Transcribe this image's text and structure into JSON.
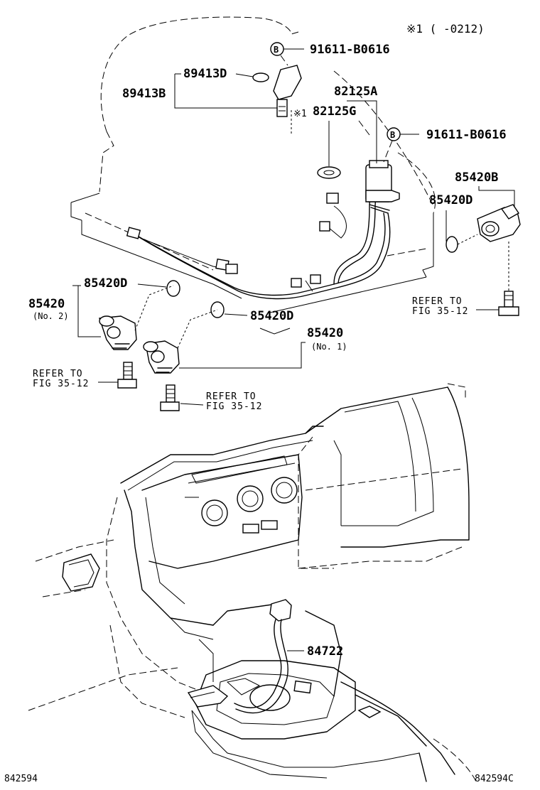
{
  "header_note": "※1 (     -0212)",
  "bolt_badge": "B",
  "labels": {
    "p91611_top": "91611-B0616",
    "p91611_mid": "91611-B0616",
    "p89413D": "89413D",
    "p89413B": "89413B",
    "p82125A": "82125A",
    "p82125G": "82125G",
    "star1": "※1",
    "p85420B": "85420B",
    "p85420D_right": "85420D",
    "p85420D_left": "85420D",
    "p85420_no2": "85420",
    "no2": "(No. 2)",
    "p85420D_mid": "85420D",
    "p85420_no1": "85420",
    "no1": "(No. 1)",
    "p84722": "84722"
  },
  "refs": [
    {
      "line1": "REFER TO",
      "line2": "FIG 35-12"
    },
    {
      "line1": "REFER TO",
      "line2": "FIG 35-12"
    },
    {
      "line1": "REFER TO",
      "line2": "FIG 35-12"
    }
  ],
  "footer": {
    "left_code": "842594",
    "right_code": "842594C"
  }
}
